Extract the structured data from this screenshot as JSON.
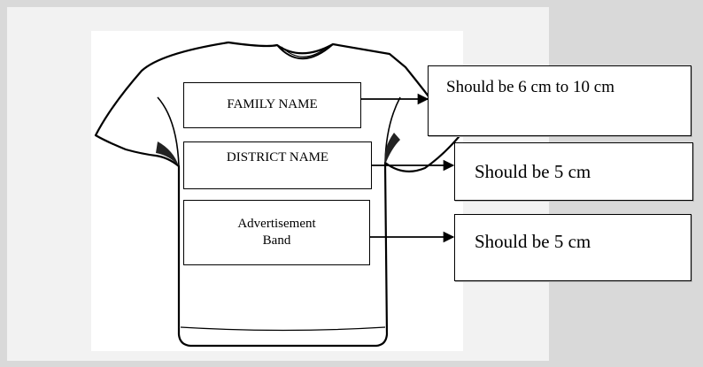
{
  "labels": {
    "family_name": "FAMILY NAME",
    "district_name": "DISTRICT NAME",
    "advertisement_line1": "Advertisement",
    "advertisement_line2": "Band"
  },
  "notes": {
    "family_name_size": "Should be 6 cm to 10 cm",
    "district_name_size": "Should be 5 cm",
    "advertisement_size": "Should be 5 cm"
  },
  "colors": {
    "background": "#d9d9d9",
    "panel": "#f2f2f2",
    "outline": "#000000"
  }
}
